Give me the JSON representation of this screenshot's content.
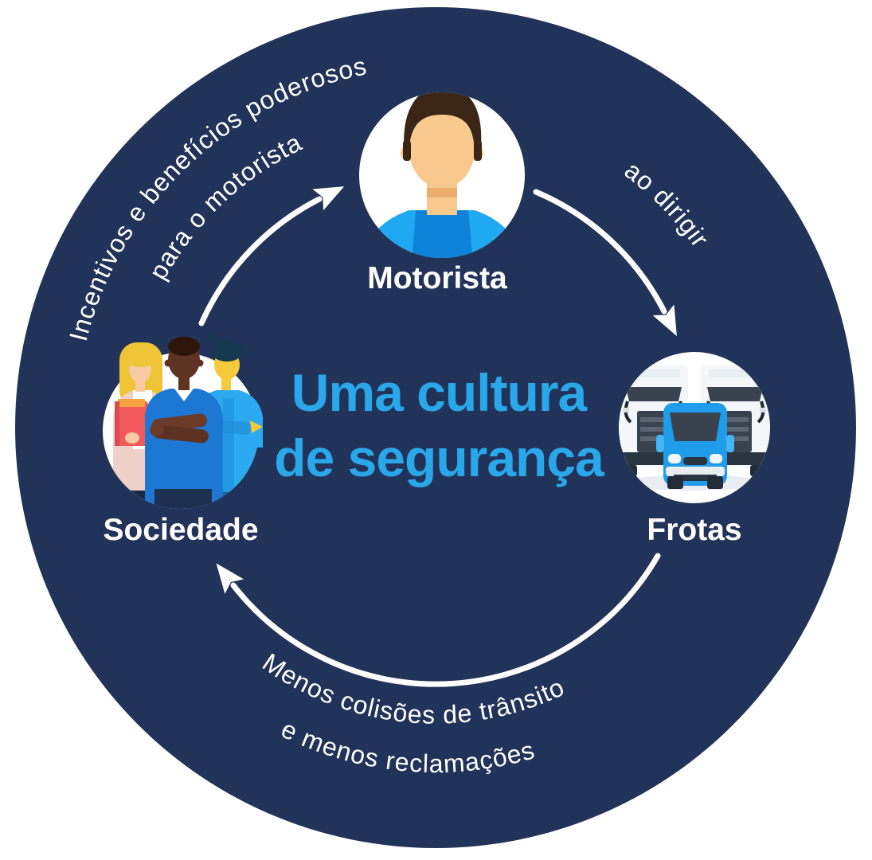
{
  "diagram": {
    "title": {
      "line1": "Uma cultura",
      "line2": "de segurança"
    },
    "nodes": [
      {
        "id": "motorista",
        "label": "Motorista",
        "icon": "driver-avatar-icon"
      },
      {
        "id": "frotas",
        "label": "Frotas",
        "icon": "fleet-trucks-icon"
      },
      {
        "id": "sociedade",
        "label": "Sociedade",
        "icon": "society-people-icon"
      }
    ],
    "edges": [
      {
        "from": "sociedade",
        "to": "motorista",
        "label_line1": "Incentivos e benefícios poderosos",
        "label_line2": "para o motorista"
      },
      {
        "from": "motorista",
        "to": "frotas",
        "label": "ao dirigir"
      },
      {
        "from": "frotas",
        "to": "sociedade",
        "label_line1": "Menos colisões de trânsito",
        "label_line2": "e menos reclamações"
      }
    ],
    "colors": {
      "page_background": "#FFFFFF",
      "circle_background": "#22335A",
      "title": "#29A7E9",
      "arrow": "#FFFFFF",
      "label_text": "#FFFFFF"
    }
  }
}
